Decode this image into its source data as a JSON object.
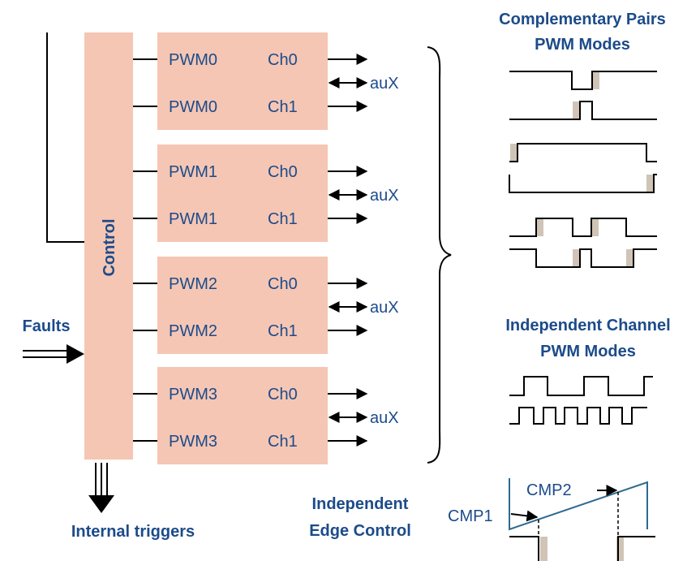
{
  "control_label": "Control",
  "faults_label": "Faults",
  "internal_triggers_label": "Internal triggers",
  "pwm_blocks": [
    {
      "ch0_name": "PWM0",
      "ch0_label": "Ch0",
      "ch1_name": "PWM0",
      "ch1_label": "Ch1",
      "aux_label": "auX"
    },
    {
      "ch0_name": "PWM1",
      "ch0_label": "Ch0",
      "ch1_name": "PWM1",
      "ch1_label": "Ch1",
      "aux_label": "auX"
    },
    {
      "ch0_name": "PWM2",
      "ch0_label": "Ch0",
      "ch1_name": "PWM2",
      "ch1_label": "Ch1",
      "aux_label": "auX"
    },
    {
      "ch0_name": "PWM3",
      "ch0_label": "Ch0",
      "ch1_name": "PWM3",
      "ch1_label": "Ch1",
      "aux_label": "auX"
    }
  ],
  "complementary_title": [
    "Complementary Pairs",
    "PWM Modes"
  ],
  "independent_title": [
    "Independent Channel",
    "PWM Modes"
  ],
  "edge_control_title": [
    "Independent",
    "Edge Control"
  ],
  "cmp1_label": "CMP1",
  "cmp2_label": "CMP2",
  "colors": {
    "block_fill": "#f5c6b4",
    "text": "#1c4b8a",
    "ramp": "#2d6a8f",
    "deadtime": "#cfc4b6"
  }
}
